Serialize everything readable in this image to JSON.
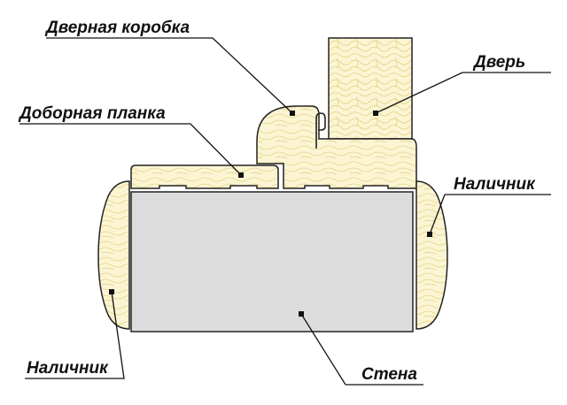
{
  "labels": {
    "door_frame": "Дверная коробка",
    "door": "Дверь",
    "extension_board": "Доборная планка",
    "casing_right": "Наличник",
    "casing_left": "Наличник",
    "wall": "Стена"
  },
  "colors": {
    "wood": "#fbf5d4",
    "wood_grain": "#e6d588",
    "wall": "#dcdcdc",
    "outline": "#222222"
  }
}
